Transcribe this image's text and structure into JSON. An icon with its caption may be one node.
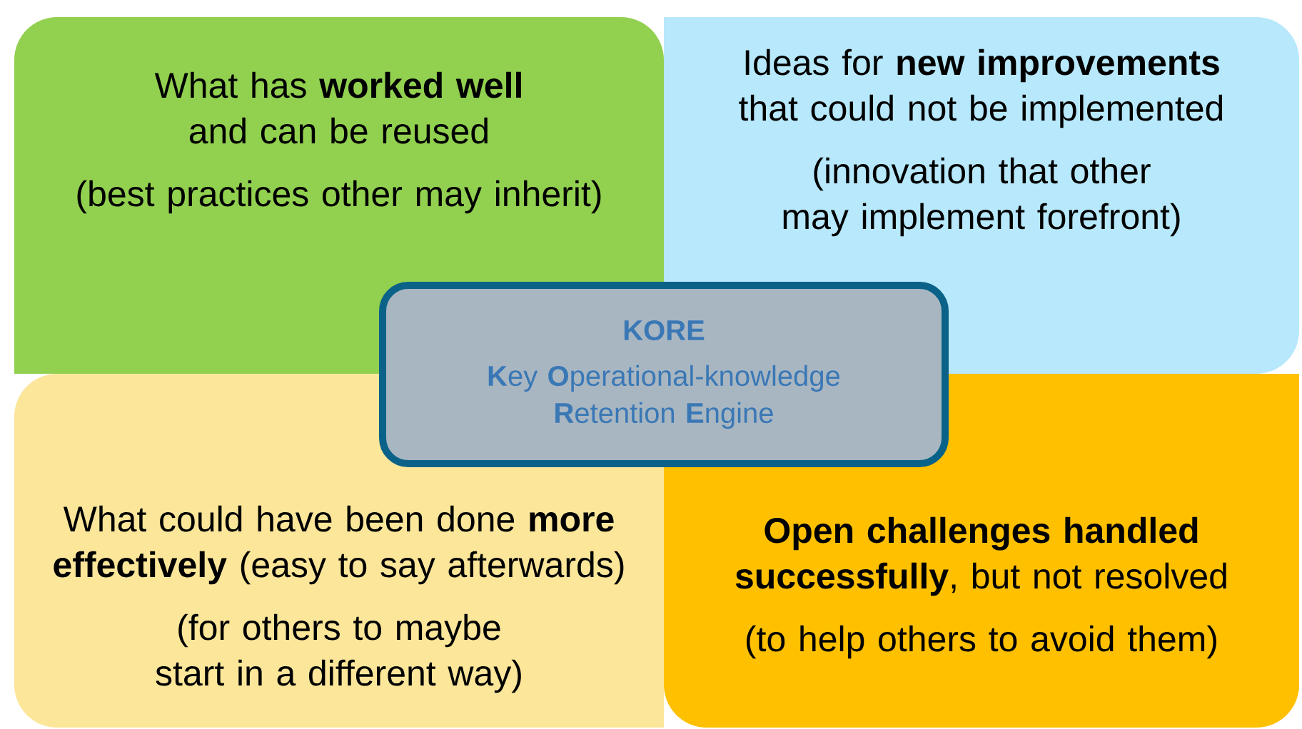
{
  "diagram": {
    "nodes": [
      {
        "text": [
          "What has **worked well** and can be reused",
          "(best practices other may inherit)"
        ]
      },
      {
        "text": [
          "Ideas for **new improvements** that could not be implemented",
          "(innovation that other may implement forefront)"
        ]
      },
      {
        "text": [
          "What could have been done **more effectively** (easy to say afterwards)",
          "(for others to maybe start in a different way)"
        ]
      },
      {
        "text": [
          "**Open challenges handled successfully**, but not resolved",
          "(to help others to avoid them)"
        ]
      },
      {
        "text": [
          "KORE",
          "**K**ey **O**perational-knowledge **R**etention **E**ngine"
        ]
      }
    ]
  }
}
